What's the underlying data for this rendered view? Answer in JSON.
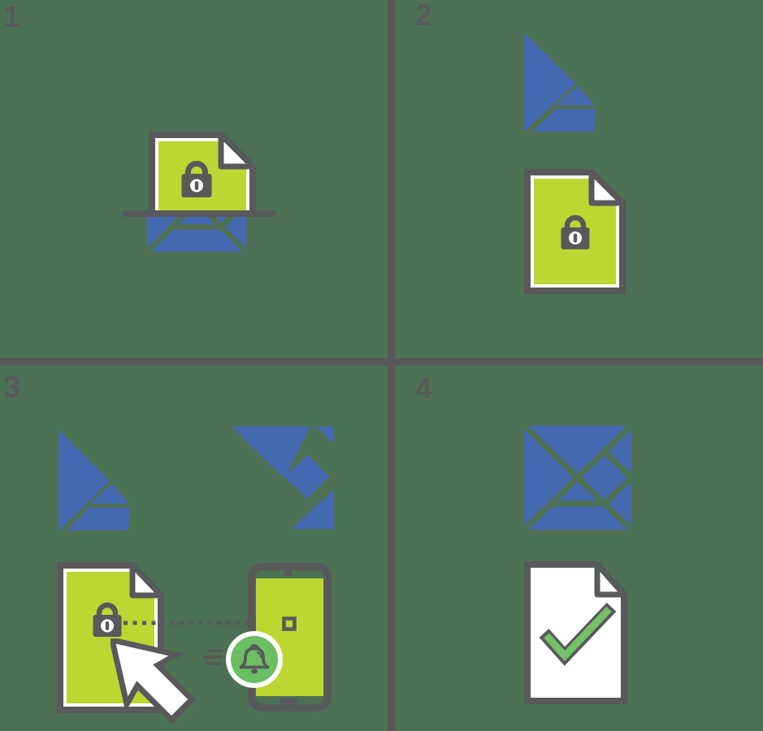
{
  "colors": {
    "background": "#4d7154",
    "divider": "#56585a",
    "dark": "#58595b",
    "blue": "#4569b1",
    "lime": "#bdd631",
    "paper": "#ffffff",
    "bell_green": "#6cbe63",
    "check_green": "#74c167"
  },
  "panels": [
    {
      "number": "1",
      "icons": [
        "locked-document",
        "deposit-slot",
        "tangram-square-partial"
      ]
    },
    {
      "number": "2",
      "icons": [
        "tangram-left-half",
        "locked-document"
      ]
    },
    {
      "number": "3",
      "icons": [
        "tangram-left-half",
        "tangram-right-half",
        "locked-document",
        "cursor",
        "dotted-link",
        "smartphone",
        "notification-bell"
      ]
    },
    {
      "number": "4",
      "icons": [
        "tangram-square",
        "verified-document"
      ]
    }
  ]
}
